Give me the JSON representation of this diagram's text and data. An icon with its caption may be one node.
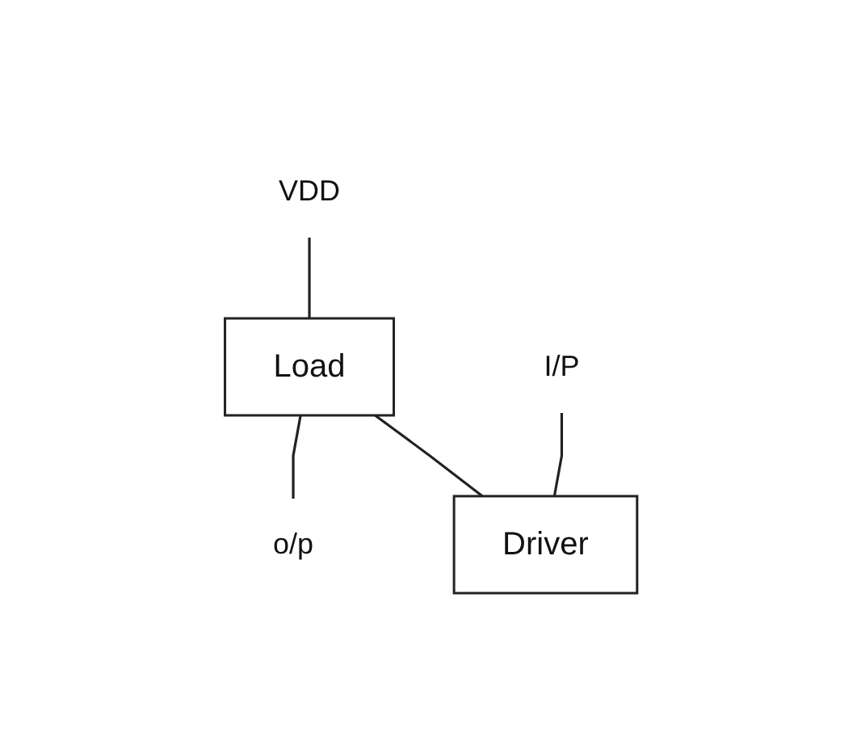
{
  "diagram": {
    "nodes": [
      {
        "text": [
          "VDD"
        ]
      },
      {
        "text": [
          "Load"
        ]
      },
      {
        "text": [
          "o/p"
        ]
      },
      {
        "text": [
          "I/P"
        ]
      },
      {
        "text": [
          "Driver"
        ]
      }
    ],
    "edges": [
      {
        "from": 0,
        "to": 1,
        "arrow": "none"
      },
      {
        "from": 1,
        "to": 4,
        "arrow": "none"
      },
      {
        "from": 1,
        "to": 2,
        "arrow": "none"
      },
      {
        "from": 3,
        "to": 4,
        "arrow": "none"
      }
    ]
  }
}
